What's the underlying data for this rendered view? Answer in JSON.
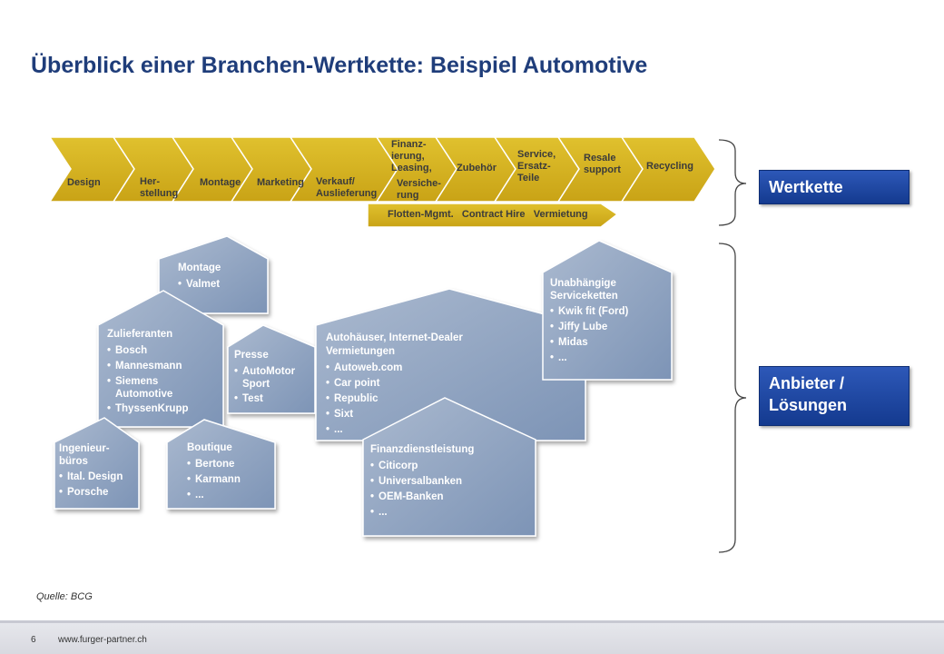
{
  "title": "Überblick einer Branchen-Wertkette: Beispiel Automotive",
  "chain": {
    "steps": [
      "Design",
      "Her-\nstellung",
      "Montage",
      "Marketing",
      "Verkauf/\nAuslieferung",
      "Finanz-\nierung,\nLeasing,",
      "Versiche-\nrung",
      "Zubehör",
      "Service,\nErsatz-\nTeile",
      "Resale\nsupport",
      "Recycling"
    ],
    "lower_bar": "Flotten-Mgmt.   Contract Hire   Vermietung"
  },
  "boxes": {
    "montage": {
      "head": "Montage",
      "items": [
        "Valmet"
      ]
    },
    "zulieferanten": {
      "head": "Zulieferanten",
      "items": [
        "Bosch",
        "Mannesmann",
        "Siemens\nAutomotive",
        "ThyssenKrupp"
      ]
    },
    "presse": {
      "head": "Presse",
      "items": [
        "AutoMotor\nSport",
        "Test"
      ]
    },
    "ingenieur": {
      "head": "Ingenieur-\nbüros",
      "items": [
        "Ital. Design",
        "Porsche"
      ]
    },
    "boutique": {
      "head": "Boutique",
      "items": [
        "Bertone",
        "Karmann",
        "..."
      ]
    },
    "autohaeuser": {
      "head": "Autohäuser,  Internet-Dealer\nVermietungen",
      "items": [
        "Autoweb.com",
        "Car point",
        "Republic",
        "Sixt",
        "..."
      ]
    },
    "finanz": {
      "head": "Finanzdienstleistung",
      "items": [
        "Citicorp",
        "Universalbanken",
        "OEM-Banken",
        "..."
      ]
    },
    "unabhaengige": {
      "head": "Unabhängige\nServiceketten",
      "items": [
        "Kwik fit (Ford)",
        "Jiffy Lube",
        "Midas",
        "..."
      ]
    }
  },
  "labels": {
    "wertkette": "Wertkette",
    "anbieter": "Anbieter /\nLösungen"
  },
  "source": "Quelle: BCG",
  "footer": {
    "page": "6",
    "url": "www.furger-partner.ch"
  },
  "colors": {
    "chain_fill": "#d4b21f",
    "title": "#1f3d7a",
    "box_fill": "#8ea4c2",
    "label_fill": "#1f4aa3"
  }
}
